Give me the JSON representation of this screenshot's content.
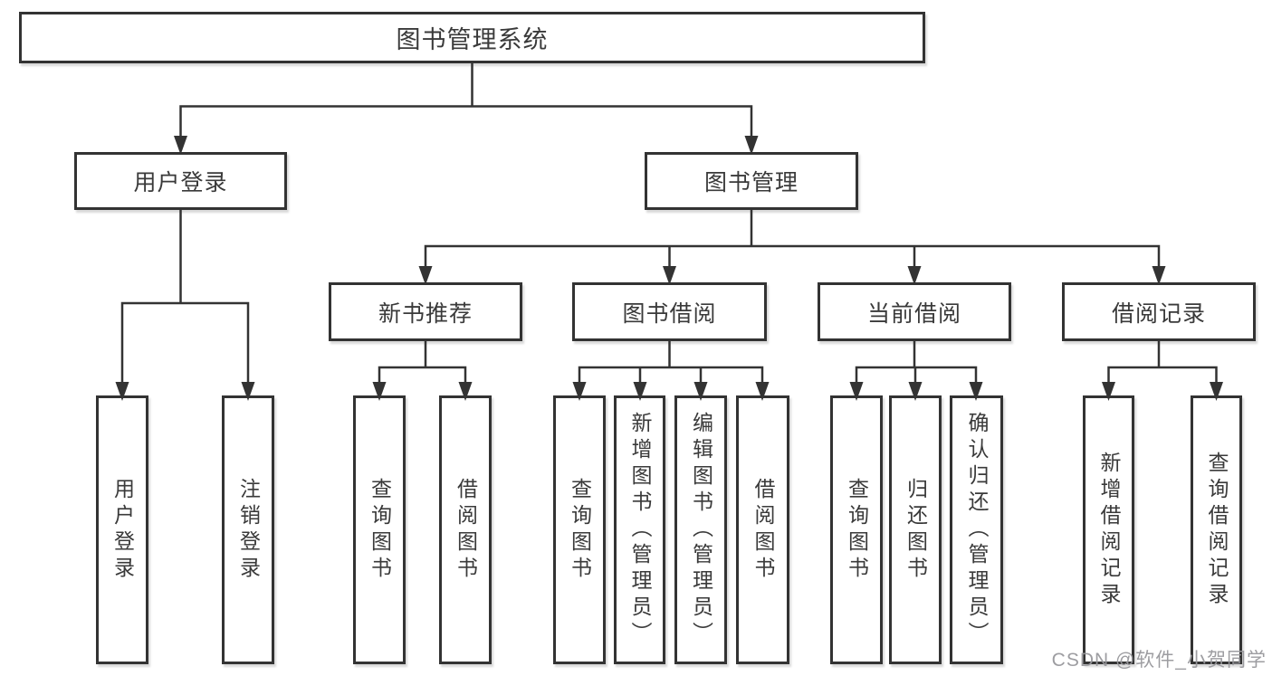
{
  "diagram": {
    "type": "tree-diagram",
    "colors": {
      "line": "#333333",
      "box_border": "#333333",
      "text": "#3a3a3a",
      "background": "#ffffff",
      "watermark": "#98989c"
    },
    "tree": {
      "root": {
        "label": "图书管理系统"
      },
      "level2": [
        {
          "label": "用户登录",
          "children": [
            {
              "label": "用户登录"
            },
            {
              "label": "注销登录"
            }
          ]
        },
        {
          "label": "图书管理",
          "children": [
            {
              "label": "新书推荐",
              "children": [
                {
                  "label": "查询图书"
                },
                {
                  "label": "借阅图书"
                }
              ]
            },
            {
              "label": "图书借阅",
              "children": [
                {
                  "label": "查询图书"
                },
                {
                  "label": "新增图书（管理员）"
                },
                {
                  "label": "编辑图书（管理员）"
                },
                {
                  "label": "借阅图书"
                }
              ]
            },
            {
              "label": "当前借阅",
              "children": [
                {
                  "label": "查询图书"
                },
                {
                  "label": "归还图书"
                },
                {
                  "label": "确认归还（管理员）"
                }
              ]
            },
            {
              "label": "借阅记录",
              "children": [
                {
                  "label": "新增借阅记录"
                },
                {
                  "label": "查询借阅记录"
                }
              ]
            }
          ]
        }
      ]
    },
    "watermark": "CSDN @软件_小贺同学"
  }
}
